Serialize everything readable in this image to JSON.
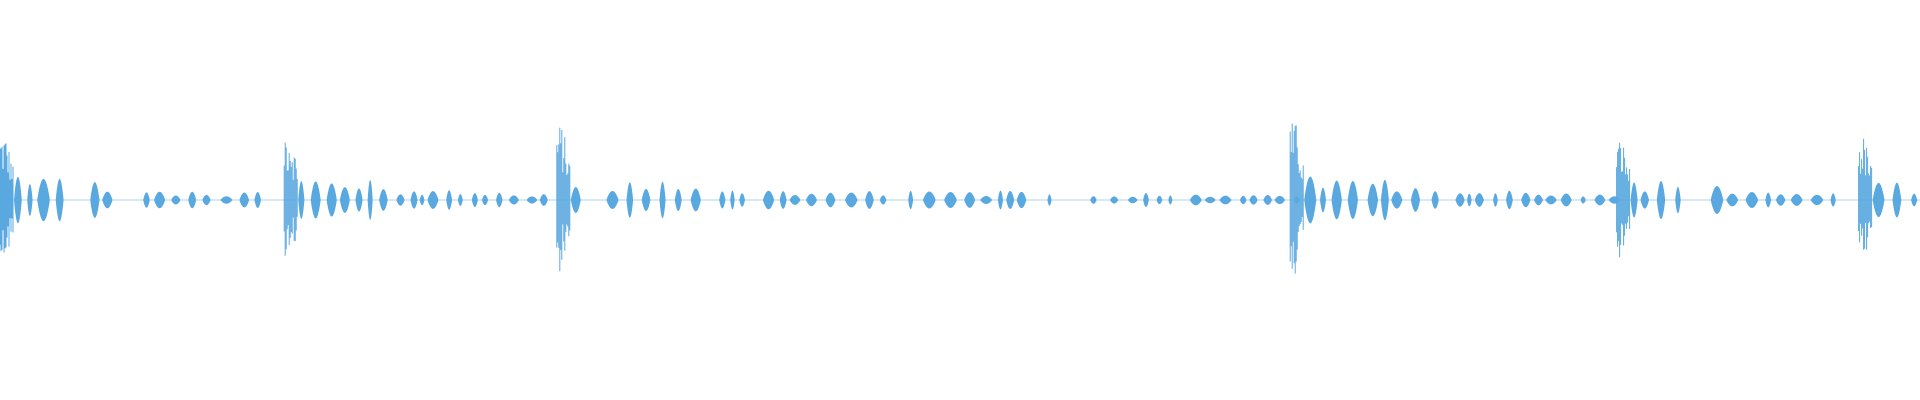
{
  "waveform": {
    "color": "#5aa8e0",
    "background": "#ffffff",
    "bursts": [
      {
        "start": 0.0,
        "end": 0.14,
        "peak": 0.48,
        "tail": 0.12
      },
      {
        "start": 0.148,
        "end": 0.285,
        "peak": 0.52,
        "tail": 0.11
      },
      {
        "start": 0.29,
        "end": 0.68,
        "peak": 0.54,
        "tail": 0.1
      },
      {
        "start": 0.672,
        "end": 0.84,
        "peak": 0.56,
        "tail": 0.11
      },
      {
        "start": 0.842,
        "end": 0.965,
        "peak": 0.44,
        "tail": 0.1
      },
      {
        "start": 0.968,
        "end": 1.0,
        "peak": 0.46,
        "tail": 0.12
      }
    ]
  }
}
